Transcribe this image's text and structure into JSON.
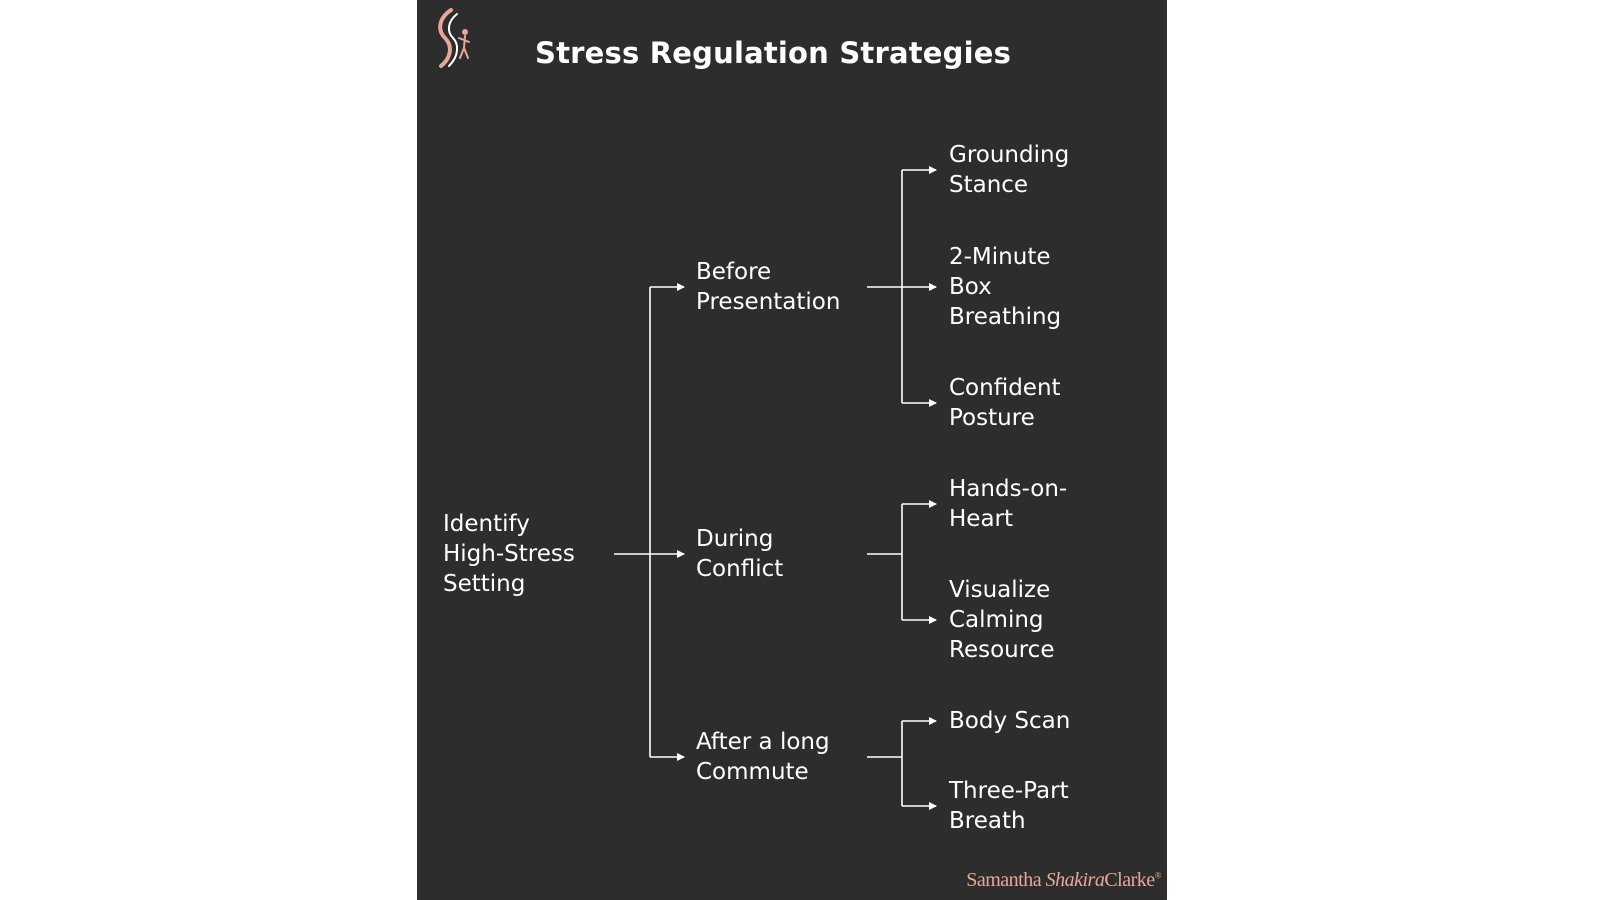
{
  "header": {
    "title": "Stress Regulation Strategies"
  },
  "tree": {
    "root": "Identify\nHigh-Stress\nSetting",
    "branches": [
      {
        "label": "Before\nPresentation",
        "leaves": [
          "Grounding\nStance",
          "2-Minute\nBox\nBreathing",
          "Confident\nPosture"
        ]
      },
      {
        "label": "During\nConflict",
        "leaves": [
          "Hands-on-\nHeart",
          "Visualize\nCalming\nResource"
        ]
      },
      {
        "label": "After a long\nCommute",
        "leaves": [
          "Body Scan",
          "Three-Part\nBreath"
        ]
      }
    ]
  },
  "footer": {
    "brand_first": "Samantha",
    "brand_middle": "Shakira",
    "brand_last": "Clarke",
    "brand_mark": "®"
  },
  "colors": {
    "background": "#2d2d2d",
    "text": "#ffffff",
    "connector": "#ffffff",
    "accent": "#e8a79a"
  },
  "icons": {
    "logo": "stylized-s-figure-logo-icon"
  }
}
